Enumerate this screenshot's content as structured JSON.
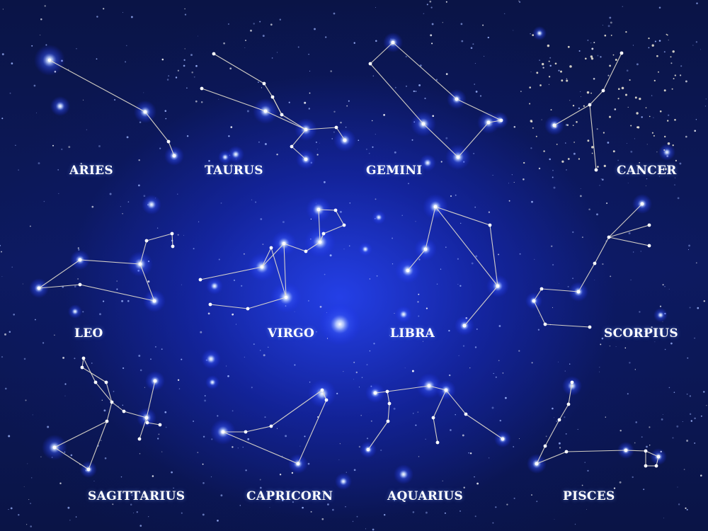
{
  "colors": {
    "background": "#0a1440",
    "glow": "#3b5bff",
    "line": "#e8e2d0",
    "label": "#ffffff"
  },
  "constellations": [
    {
      "name": "ARIES"
    },
    {
      "name": "TAURUS"
    },
    {
      "name": "GEMINI"
    },
    {
      "name": "CANCER"
    },
    {
      "name": "LEO"
    },
    {
      "name": "VIRGO"
    },
    {
      "name": "LIBRA"
    },
    {
      "name": "SCORPIUS"
    },
    {
      "name": "SAGITTARIUS"
    },
    {
      "name": "CAPRICORN"
    },
    {
      "name": "AQUARIUS"
    },
    {
      "name": "PISCES"
    }
  ]
}
